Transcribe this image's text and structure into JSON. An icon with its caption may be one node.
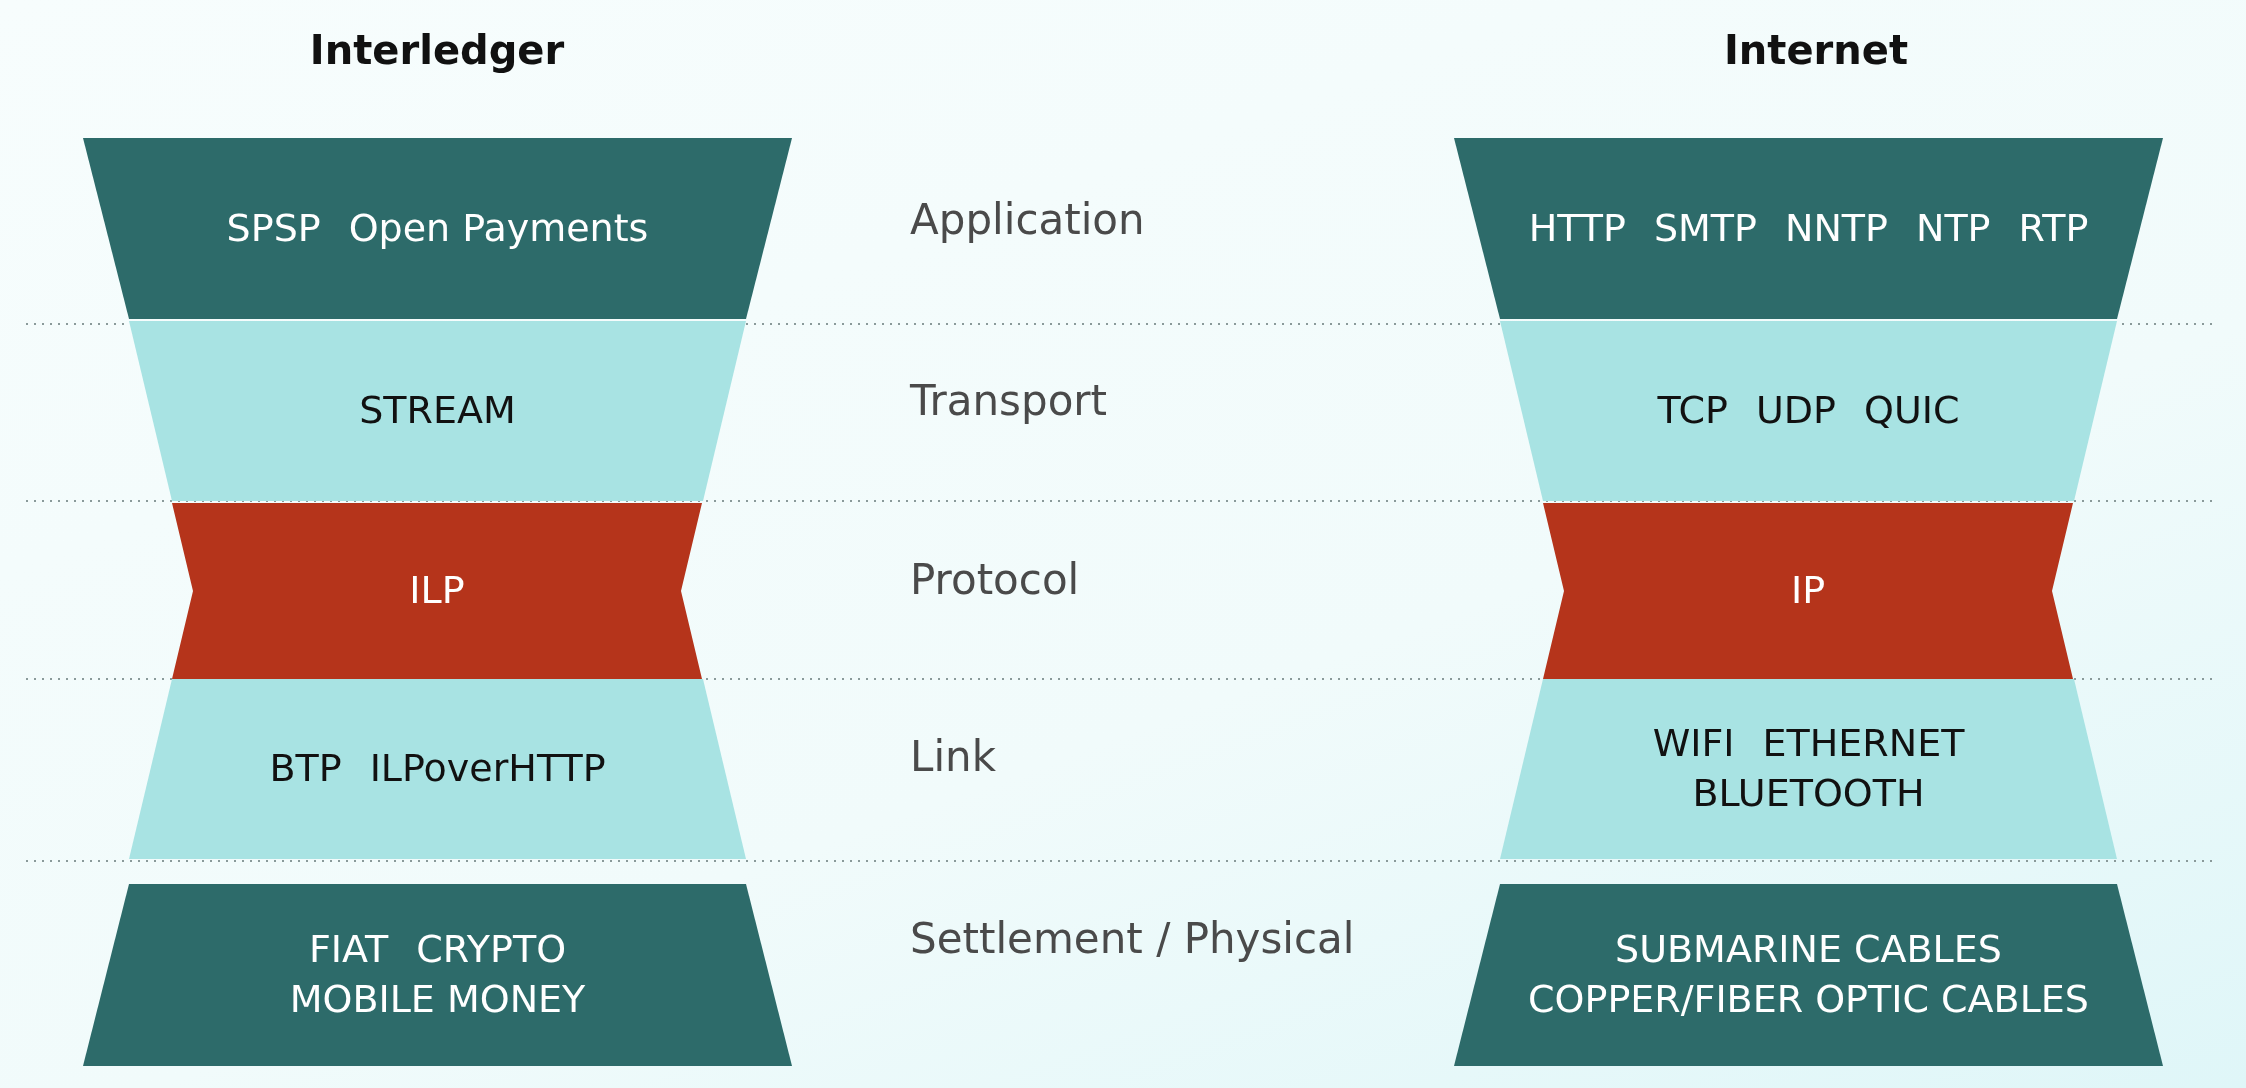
{
  "diagram": {
    "nodes": [
      {
        "text": [
          "SPSP",
          "Open Payments"
        ]
      },
      {
        "text": [
          "STREAM"
        ]
      },
      {
        "text": [
          "ILP"
        ]
      },
      {
        "text": [
          "BTP",
          "ILPoverHTTP"
        ]
      },
      {
        "text": [
          "FIAT",
          "CRYPTO",
          "MOBILE MONEY"
        ]
      },
      {
        "text": [
          "HTTP",
          "SMTP",
          "NNTP",
          "NTP",
          "RTP"
        ]
      },
      {
        "text": [
          "TCP",
          "UDP",
          "QUIC"
        ]
      },
      {
        "text": [
          "IP"
        ]
      },
      {
        "text": [
          "WIFI",
          "ETHERNET",
          "BLUETOOTH"
        ]
      },
      {
        "text": [
          "SUBMARINE CABLES",
          "COPPER/FIBER OPTIC CABLES"
        ]
      }
    ],
    "edges": [],
    "labels": [
      "Interledger",
      "Internet",
      "Application",
      "Transport",
      "Protocol",
      "Link",
      "Settlement / Physical"
    ]
  }
}
